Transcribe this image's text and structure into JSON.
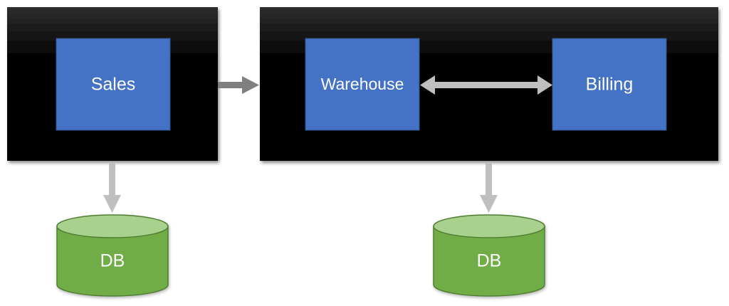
{
  "nodes": {
    "sales": {
      "label": "Sales"
    },
    "warehouse": {
      "label": "Warehouse"
    },
    "billing": {
      "label": "Billing"
    },
    "db_left": {
      "label": "DB"
    },
    "db_right": {
      "label": "DB"
    }
  },
  "colors": {
    "service_box": "#4472c4",
    "container": "#000000",
    "db_body": "#70ad47",
    "db_top": "#a9d18e",
    "arrow_dark": "#7f7f7f",
    "arrow_light": "#bfbfbf"
  }
}
